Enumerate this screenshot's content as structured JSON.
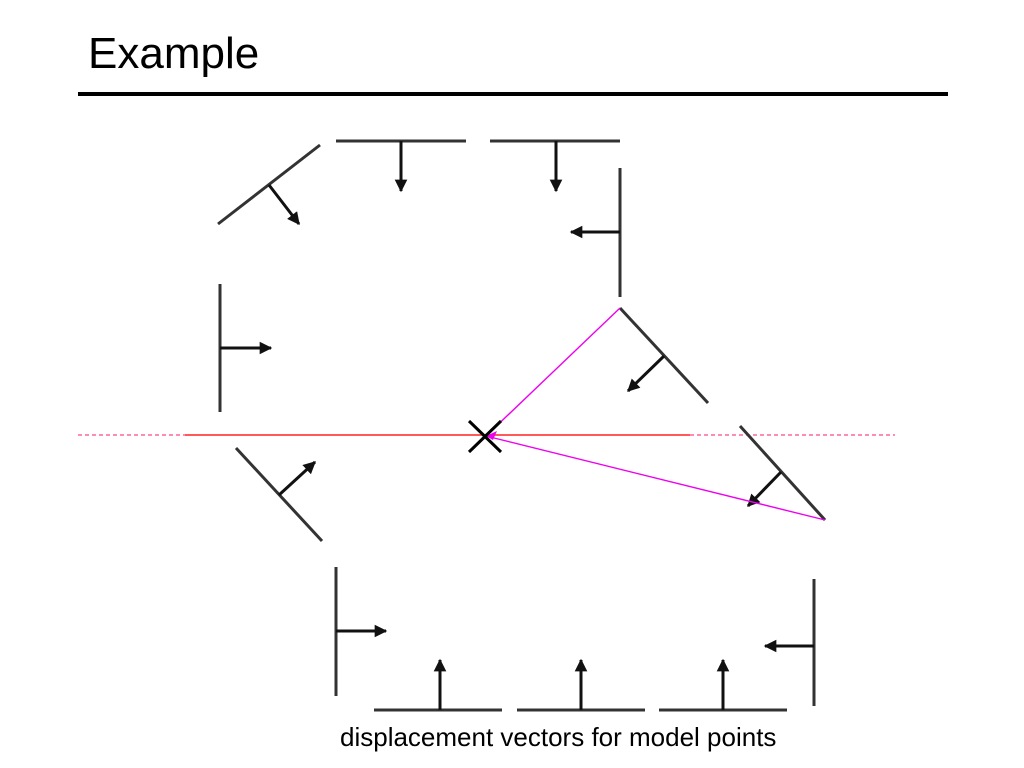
{
  "slide": {
    "title": "Example",
    "caption": "displacement vectors for model points"
  },
  "colors": {
    "edge": "#333333",
    "arrow": "#111111",
    "scanline": "#ff2222",
    "scanline_dashed": "#ff4488",
    "ray": "#ee00ee",
    "marker": "#000000"
  },
  "icons": {
    "centroid_marker": "x-marker-icon",
    "arrowhead": "filled-triangle-arrowhead"
  }
}
